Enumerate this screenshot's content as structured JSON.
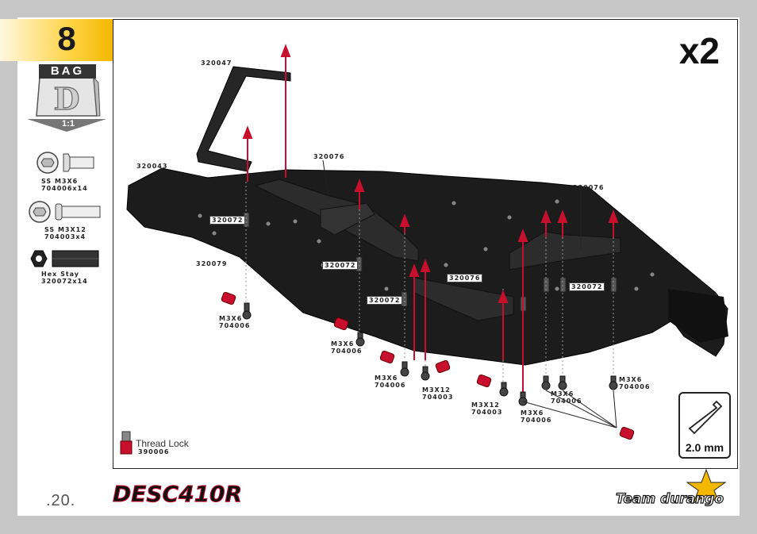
{
  "step": {
    "number": "8",
    "quantity": "x2"
  },
  "bag": {
    "label": "BAG",
    "letter": "D",
    "scale": "1:1"
  },
  "sidebar_parts": [
    {
      "name": "SS M3X6",
      "code": "704006x14",
      "icon": "flat-head-screw-icon"
    },
    {
      "name": "SS M3X12",
      "code": "704003x4",
      "icon": "button-head-screw-icon"
    },
    {
      "name": "Hex Stay",
      "code": "320072x14",
      "icon": "hex-stay-icon"
    }
  ],
  "labels": {
    "p320047": "320047",
    "p320043": "320043",
    "p320076_a": "320076",
    "p320076_b": "320076",
    "p320076_c": "320076",
    "p320072_a": "320072",
    "p320072_b": "320072",
    "p320072_c": "320072",
    "p320072_d": "320072",
    "p320079": "320079",
    "screw1": "M3X6",
    "screw1_code": "704006",
    "screw2": "M3X6",
    "screw2_code": "704006",
    "screw3": "M3X6",
    "screw3_code": "704006",
    "screw4": "M3X12",
    "screw4_code": "704003",
    "screw5": "M3X12",
    "screw5_code": "704003",
    "screw6": "M3X6",
    "screw6_code": "704006",
    "screw7": "M3X6",
    "screw7_code": "704006",
    "screw8": "M3X6",
    "screw8_code": "704006"
  },
  "thread_lock": {
    "label": "Thread Lock",
    "code": "390006"
  },
  "tool": {
    "size": "2.0 mm",
    "icon": "hex-wrench-icon"
  },
  "footer": {
    "page": ".20.",
    "product_logo": "DESC410R",
    "brand_logo": "Team durango"
  },
  "colors": {
    "accent": "#f5b800",
    "arrow": "#c8102e",
    "chassis": "#1c1c1c"
  }
}
